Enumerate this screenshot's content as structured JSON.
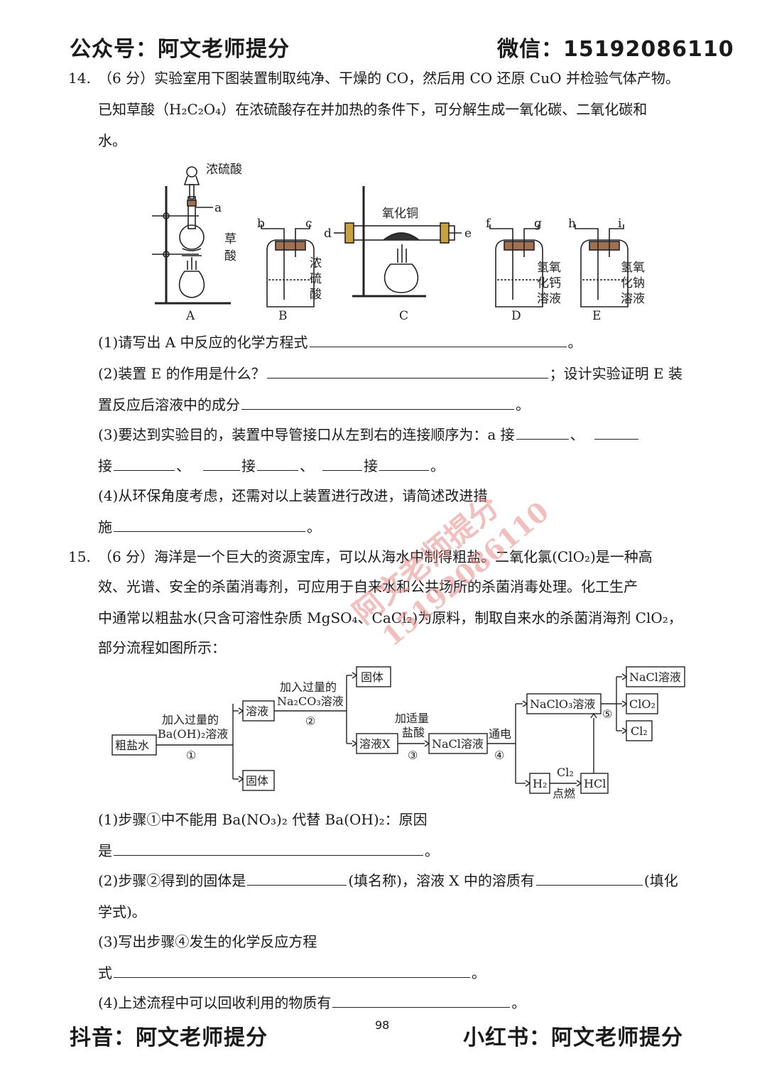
{
  "header": {
    "left": "公众号：阿文老师提分",
    "right": "微信：15192086110"
  },
  "footer": {
    "left": "抖音：阿文老师提分",
    "page": "98",
    "right": "小红书：阿文老师提分"
  },
  "watermark": {
    "text1": "阿文老师提分",
    "text2": "15192086110"
  },
  "q14": {
    "num": "14.",
    "line1": "（6 分）实验室用下图装置制取纯净、干燥的 CO，然后用 CO 还原 CuO 并检验气体产物。",
    "line2": "已知草酸（H₂C₂O₄）在浓硫酸存在并加热的条件下，可分解生成一氧化碳、二氧化碳和",
    "line3": "水。",
    "figure": {
      "labels": {
        "acid_top": "浓硫酸",
        "a": "a",
        "oxalic1": "草",
        "oxalic2": "酸",
        "b": "b",
        "c": "c",
        "concB1": "浓",
        "concB2": "硫",
        "concB3": "酸",
        "cuo": "氧化铜",
        "d": "d",
        "e": "e",
        "f": "f",
        "g": "g",
        "h": "h",
        "i": "i",
        "D1": "氢氧",
        "D2": "化钙",
        "D3": "溶液",
        "E1": "氢氧",
        "E2": "化钠",
        "E3": "溶液",
        "A": "A",
        "B": "B",
        "C": "C",
        "D": "D",
        "E": "E"
      }
    },
    "p1": "(1)请写出 A 中反应的化学方程式",
    "p1_end": "。",
    "p2a": "(2)装置 E 的作用是什么？",
    "p2b": "；设计实验证明 E 装",
    "p2c": "置反应后溶液中的成分",
    "p2_end": "。",
    "p3a": "(3)要达到实验目的，装置中导管接口从左到右的连接顺序为：a 接",
    "p3_sep1": "、",
    "p3b": "接",
    "p3_sep2": "、",
    "p3c": "接",
    "p3_sep3": "、",
    "p3d": "接",
    "p3_end": "。",
    "p4a": "(4)从环保角度考虑，还需对以上装置进行改进，请简述改进措",
    "p4b": "施",
    "p4_end": "。"
  },
  "q15": {
    "num": "15.",
    "line1": "（6 分）海洋是一个巨大的资源宝库，可以从海水中制得粗盐。二氧化氯(ClO₂)是一种高",
    "line2": "效、光谱、安全的杀菌消毒剂，可应用于自来水和公共场所的杀菌消毒处理。化工生产",
    "line3": "中通常以粗盐水(只含可溶性杂质 MgSO₄、CaCl₂)为原料，制取自来水的杀菌消海剂 ClO₂，",
    "line4": "部分流程如图所示：",
    "flow": {
      "crude": "粗盐水",
      "step1_l1": "加入过量的",
      "step1_l2": "Ba(OH)₂溶液",
      "step1_n": "①",
      "solution": "溶液",
      "solid1": "固体",
      "step2_l1": "加入过量的",
      "step2_l2": "Na₂CO₃溶液",
      "step2_n": "②",
      "solid2": "固体",
      "solX": "溶液X",
      "step3_l1": "加适量",
      "step3_l2": "盐酸",
      "step3_n": "③",
      "nacl": "NaCl溶液",
      "step4_l1": "通电",
      "step4_n": "④",
      "naclo3": "NaClO₃溶液",
      "step5_n": "⑤",
      "out1": "NaCl溶液",
      "out2": "ClO₂",
      "out3": "Cl₂",
      "h2": "H₂",
      "cl2": "Cl₂",
      "burn": "点燃",
      "hcl": "HCl"
    },
    "p1a": "(1)步骤①中不能用 Ba(NO₃)₂ 代替 Ba(OH)₂：原因",
    "p1b": "是",
    "p1_end": "。",
    "p2a": "(2)步骤②得到的固体是",
    "p2b": "(填名称)，溶液 X 中的溶质有",
    "p2c": "(填化",
    "p2d": "学式)。",
    "p3a": "(3)写出步骤④发生的化学反应方程",
    "p3b": "式",
    "p3_end": "。",
    "p4a": "(4)上述流程中可以回收利用的物质有",
    "p4_end": "。"
  }
}
